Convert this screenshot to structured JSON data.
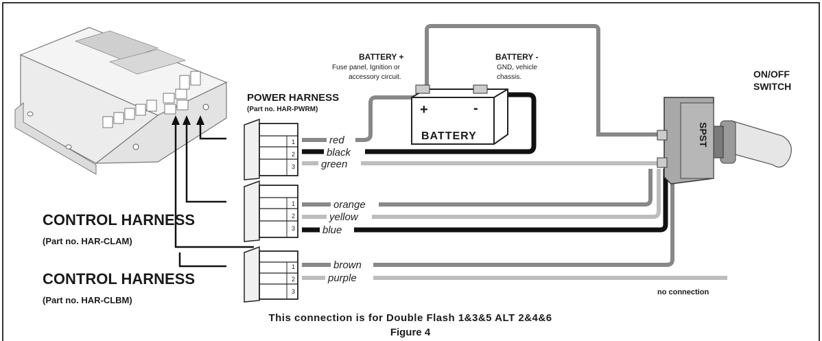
{
  "labels": {
    "battery_pos_title": "BATTERY +",
    "battery_pos_line1": "Fuse panel, Ignition or",
    "battery_pos_line2": "accessory circuit.",
    "battery_neg_title": "BATTERY -",
    "battery_neg_line1": "GND, vehicle",
    "battery_neg_line2": "chassis.",
    "battery_plus": "+",
    "battery_minus": "-",
    "battery_name": "BATTERY",
    "switch_line1": "ON/OFF",
    "switch_line2": "SWITCH",
    "switch_face": "SPST",
    "power_harness_title": "POWER HARNESS",
    "power_harness_part": "(Part no. HAR-PWRM)",
    "control_a_title": "CONTROL HARNESS",
    "control_a_part": "(Part no. HAR-CLAM)",
    "control_b_title": "CONTROL HARNESS",
    "control_b_part": "(Part no. HAR-CLBM)",
    "no_connection": "no connection",
    "caption": "This connection is for Double Flash 1&3&5 ALT 2&4&6",
    "figure": "Figure 4"
  },
  "wires": {
    "red": "red",
    "black": "black",
    "green": "green",
    "orange": "orange",
    "yellow": "yellow",
    "blue": "blue",
    "brown": "brown",
    "purple": "purple"
  },
  "pins": [
    "1",
    "2",
    "3"
  ],
  "colors": {
    "wire_dark": "#111111",
    "wire_mid": "#888888",
    "wire_light": "#bdbdbd",
    "border": "#333333"
  }
}
